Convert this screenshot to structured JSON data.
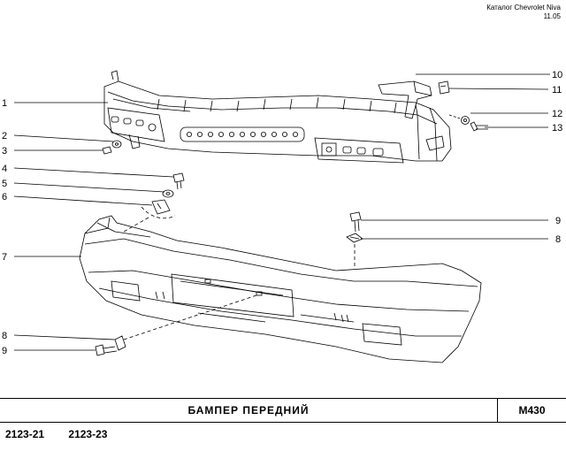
{
  "header": {
    "catalog": "Каталог Chevrolet Niva",
    "date": "11.05"
  },
  "callouts": {
    "n1": "1",
    "n2": "2",
    "n3": "3",
    "n4": "4",
    "n5": "5",
    "n6": "6",
    "n7": "7",
    "n8a": "8",
    "n9a": "9",
    "n10": "10",
    "n11": "11",
    "n12": "12",
    "n13": "13",
    "n8b": "8",
    "n9b": "9"
  },
  "footer": {
    "title": "БАМПЕР   ПЕРЕДНИЙ",
    "code": "M430",
    "models": [
      "2123-21",
      "2123-23"
    ]
  }
}
